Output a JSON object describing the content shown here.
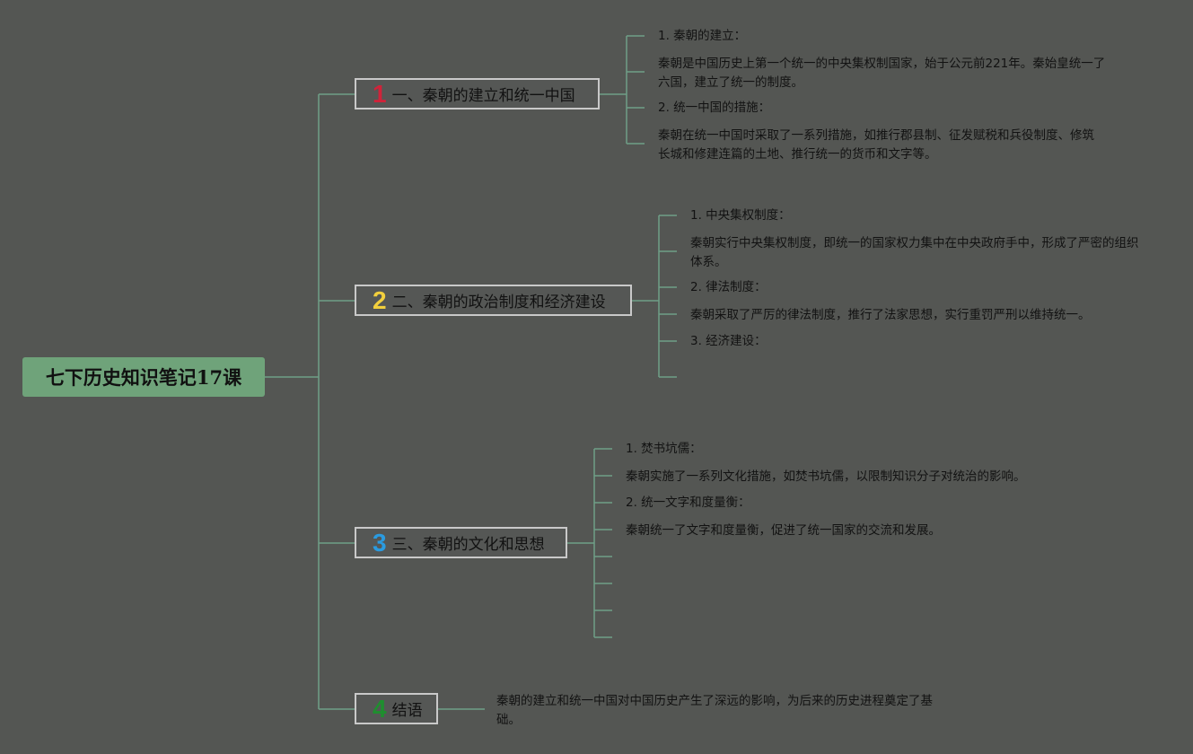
{
  "root": {
    "title": "七下历史知识笔记17课"
  },
  "colors": {
    "background": "#545653",
    "root_fill": "#6fa37a",
    "line": "#6f9f88",
    "num1": "#d0233a",
    "num2": "#f2cf3d",
    "num3": "#2a9be0",
    "num4": "#1f8e2f"
  },
  "branches": [
    {
      "number": "1",
      "label": "一、秦朝的建立和统一中国",
      "items": [
        {
          "heading": "1. 秦朝的建立："
        },
        {
          "text": "秦朝是中国历史上第一个统一的中央集权制国家，始于公元前221年。秦始皇统一了六国，建立了统一的制度。"
        },
        {
          "heading": "2. 统一中国的措施："
        },
        {
          "text": "秦朝在统一中国时采取了一系列措施，如推行郡县制、征发赋税和兵役制度、修筑长城和修建连篇的土地、推行统一的货币和文字等。"
        }
      ]
    },
    {
      "number": "2",
      "label": "二、秦朝的政治制度和经济建设",
      "items": [
        {
          "heading": "1. 中央集权制度："
        },
        {
          "text": "秦朝实行中央集权制度，即统一的国家权力集中在中央政府手中，形成了严密的组织体系。"
        },
        {
          "heading": "2. 律法制度："
        },
        {
          "text": "秦朝采取了严厉的律法制度，推行了法家思想，实行重罚严刑以维持统一。"
        },
        {
          "heading": "3. 经济建设："
        }
      ]
    },
    {
      "number": "3",
      "label": "三、秦朝的文化和思想",
      "items": [
        {
          "heading": "1. 焚书坑儒："
        },
        {
          "text": "秦朝实施了一系列文化措施，如焚书坑儒，以限制知识分子对统治的影响。"
        },
        {
          "heading": "2. 统一文字和度量衡："
        },
        {
          "text": "秦朝统一了文字和度量衡，促进了统一国家的交流和发展。"
        }
      ]
    },
    {
      "number": "4",
      "label": "结语",
      "items": [
        {
          "text": "秦朝的建立和统一中国对中国历史产生了深远的影响，为后来的历史进程奠定了基础。"
        }
      ]
    }
  ]
}
